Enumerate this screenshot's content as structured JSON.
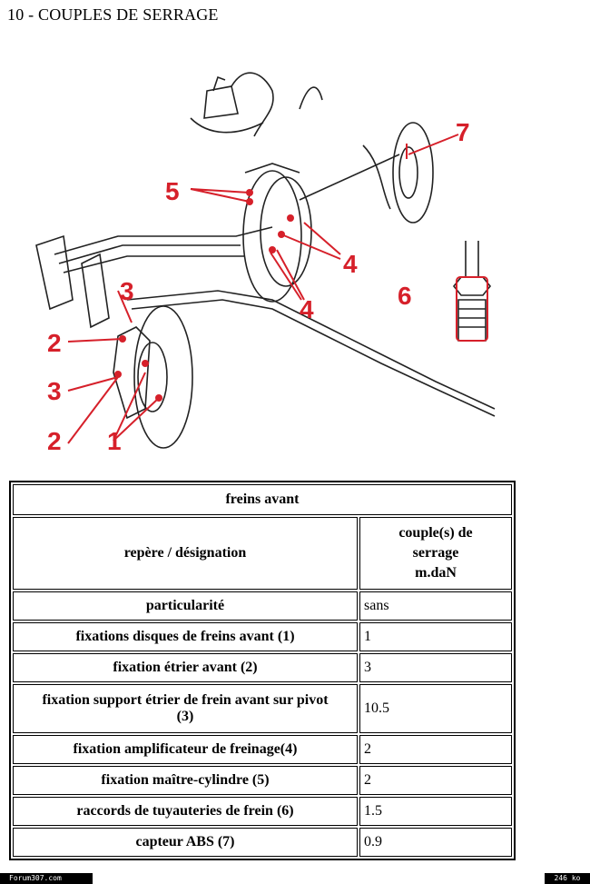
{
  "page": {
    "title": "10 - COUPLES DE SERRAGE"
  },
  "diagram": {
    "callouts": [
      "1",
      "2",
      "2",
      "3",
      "3",
      "4",
      "4",
      "5",
      "6",
      "7"
    ],
    "colors": {
      "callout": "#d6202a",
      "line": "#222222"
    }
  },
  "table": {
    "caption": "freins avant",
    "header": {
      "name": "repère / désignation",
      "value_line1": "couple(s) de",
      "value_line2": "serrage",
      "value_line3": "m.daN"
    },
    "rows": [
      {
        "label": "particularité",
        "value": "sans"
      },
      {
        "label": "fixations disques de freins avant (1)",
        "value": "1"
      },
      {
        "label": "fixation étrier avant (2)",
        "value": "3"
      },
      {
        "label_line1": "fixation support étrier de frein avant sur pivot",
        "label_line2": "(3)",
        "value": "10.5"
      },
      {
        "label": "fixation amplificateur de freinage(4)",
        "value": "2"
      },
      {
        "label": "fixation maître-cylindre (5)",
        "value": "2"
      },
      {
        "label": "raccords de tuyauteries de frein (6)",
        "value": "1.5"
      },
      {
        "label": "capteur ABS (7)",
        "value": "0.9"
      }
    ]
  },
  "footer": {
    "left": "Forum307.com",
    "right": "246 ko"
  }
}
